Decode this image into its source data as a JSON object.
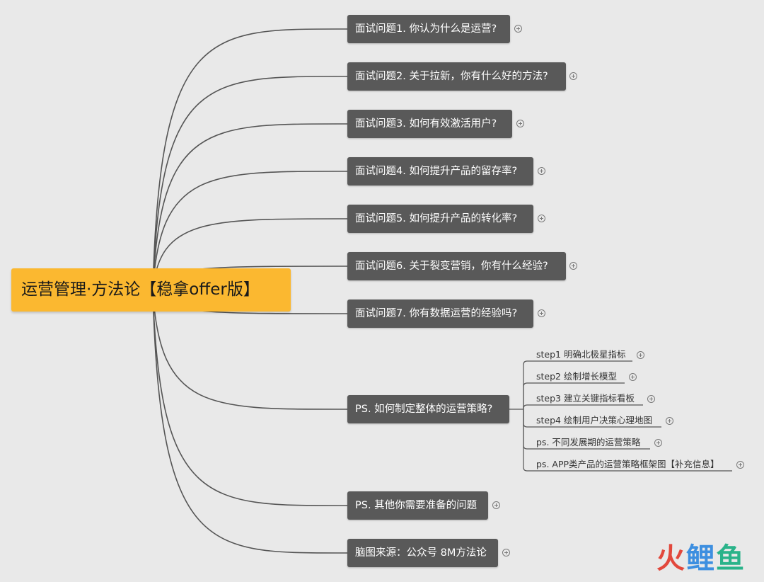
{
  "root": {
    "label": "运营管理·方法论【稳拿offer版】"
  },
  "branches": [
    {
      "label": "面试问题1. 你认为什么是运营?"
    },
    {
      "label": "面试问题2. 关于拉新，你有什么好的方法?"
    },
    {
      "label": "面试问题3. 如何有效激活用户?"
    },
    {
      "label": "面试问题4. 如何提升产品的留存率?"
    },
    {
      "label": "面试问题5. 如何提升产品的转化率?"
    },
    {
      "label": "面试问题6. 关于裂变营销，你有什么经验?"
    },
    {
      "label": "面试问题7. 你有数据运营的经验吗?"
    },
    {
      "label": "PS. 如何制定整体的运营策略?"
    },
    {
      "label": "PS. 其他你需要准备的问题"
    },
    {
      "label": "脑图来源：公众号 8M方法论"
    }
  ],
  "subtopics": [
    {
      "label": "step1 明确北极星指标"
    },
    {
      "label": "step2 绘制增长模型"
    },
    {
      "label": "step3 建立关键指标看板"
    },
    {
      "label": "step4 绘制用户决策心理地图"
    },
    {
      "label": "ps. 不同发展期的运营策略"
    },
    {
      "label": "ps. APP类产品的运营策略框架图【补充信息】"
    }
  ],
  "watermark": {
    "part1": "火",
    "part2": "鲤",
    "part3": "鱼"
  },
  "colors": {
    "root": "#fbb830",
    "branch": "#595959",
    "connector": "#555555",
    "background": "#e9e9e9"
  },
  "icons": {
    "expand": "plus-circle-icon"
  }
}
